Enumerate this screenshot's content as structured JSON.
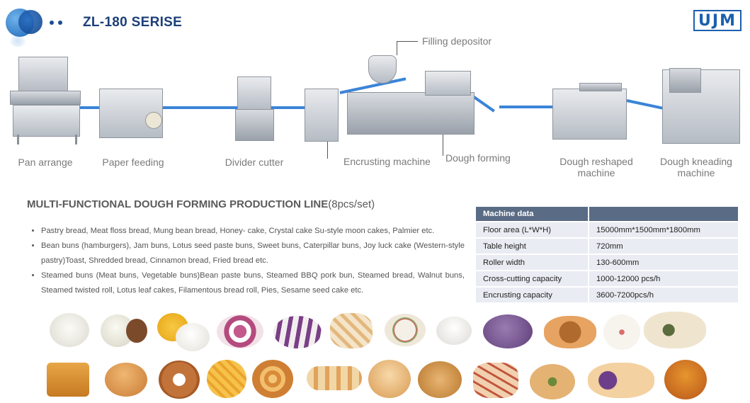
{
  "header": {
    "series_title": "ZL-180 SERISE",
    "brand_logo": "UJM"
  },
  "production_line": {
    "stages": [
      {
        "label": "Pan arrange"
      },
      {
        "label": "Paper feeding"
      },
      {
        "label": "Divider cutter"
      },
      {
        "label": "Encrusting machine"
      },
      {
        "label": "Dough forming"
      },
      {
        "label": "Dough reshaped machine"
      },
      {
        "label": "Dough kneading machine"
      }
    ],
    "callout_filling": "Filling depositor"
  },
  "section": {
    "title": "MULTI-FUNCTIONAL DOUGH FORMING PRODUCTION LINE",
    "quantity": "(8pcs/set)"
  },
  "products_list": [
    "Pastry bread, Meat floss bread, Mung bean bread, Honey- cake, Crystal cake Su-style moon cakes, Palmier etc.",
    "Bean buns (hamburgers), Jam buns, Lotus seed paste buns, Sweet buns, Caterpillar buns, Joy luck cake (Western-style pastry)Toast, Shredded bread, Cinnamon bread, Fried bread etc.",
    "Steamed buns (Meat buns, Vegetable buns)Bean paste buns, Steamed BBQ pork bun, Steamed bread, Walnut buns, Steamed twisted roll, Lotus leaf cakes, Filamentous bread roll, Pies, Sesame seed cake etc."
  ],
  "machine_data": {
    "header": "Machine data",
    "rows": [
      {
        "label": "Floor area (L*W*H)",
        "value": "15000mm*1500mm*1800mm"
      },
      {
        "label": "Table height",
        "value": "720mm"
      },
      {
        "label": "Roller  width",
        "value": "130-600mm"
      },
      {
        "label": "Cross-cutting  capacity",
        "value": "1000-12000 pcs/h"
      },
      {
        "label": "Encrusting capacity",
        "value": "3600-7200pcs/h"
      }
    ]
  },
  "colors": {
    "title_blue": "#1c3f78",
    "conveyor_blue": "#3b84d8",
    "table_header": "#5a6b85",
    "table_row": "#e9ecf2"
  }
}
